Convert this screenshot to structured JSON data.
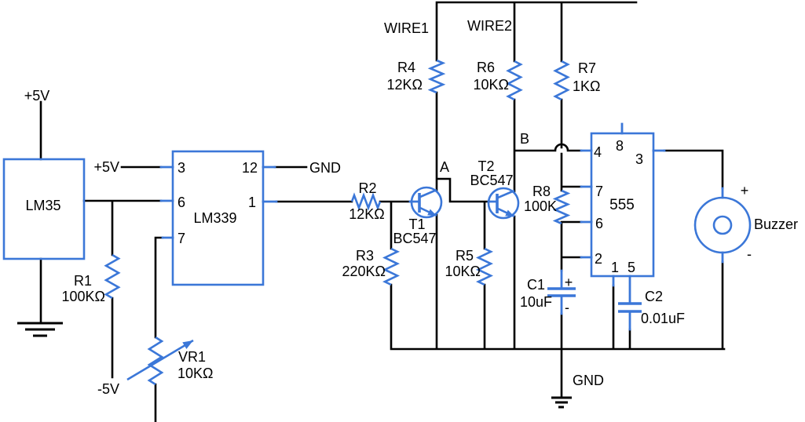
{
  "power": {
    "vcc_lm35": "+5V",
    "vcc_lm339": "+5V",
    "vneg": "-5V",
    "gnd_lm339": "GND",
    "gnd_main": "GND"
  },
  "nets": {
    "wire1": "WIRE1",
    "wire2": "WIRE2",
    "node_a": "A",
    "node_b": "B"
  },
  "ics": {
    "lm35": {
      "name": "LM35"
    },
    "lm339": {
      "name": "LM339",
      "pin3": "3",
      "pin6": "6",
      "pin7": "7",
      "pin12": "12",
      "pin1": "1"
    },
    "timer555": {
      "name": "555",
      "pin4": "4",
      "pin8": "8",
      "pin3": "3",
      "pin7": "7",
      "pin6": "6",
      "pin2": "2",
      "pin1": "1",
      "pin5": "5"
    }
  },
  "resistors": {
    "r1": {
      "name": "R1",
      "value": "100KΩ"
    },
    "r2": {
      "name": "R2",
      "value": "12KΩ"
    },
    "r3": {
      "name": "R3",
      "value": "220KΩ"
    },
    "r4": {
      "name": "R4",
      "value": "12KΩ"
    },
    "r5": {
      "name": "R5",
      "value": "10KΩ"
    },
    "r6": {
      "name": "R6",
      "value": "10KΩ"
    },
    "r7": {
      "name": "R7",
      "value": "1KΩ"
    },
    "r8": {
      "name": "R8",
      "value": "100K"
    },
    "vr1": {
      "name": "VR1",
      "value": "10KΩ"
    }
  },
  "transistors": {
    "t1": {
      "name": "T1",
      "part": "BC547"
    },
    "t2": {
      "name": "T2",
      "part": "BC547"
    }
  },
  "capacitors": {
    "c1": {
      "name": "C1",
      "value": "10uF",
      "polarity_plus": "+",
      "polarity_minus": "-"
    },
    "c2": {
      "name": "C2",
      "value": "0.01uF"
    }
  },
  "buzzer": {
    "label": "Buzzer",
    "terminal_plus": "+",
    "terminal_minus": "-"
  },
  "colors": {
    "component_blue": "#3b77d8",
    "wire_black": "#000000",
    "background": "#ffffff"
  }
}
